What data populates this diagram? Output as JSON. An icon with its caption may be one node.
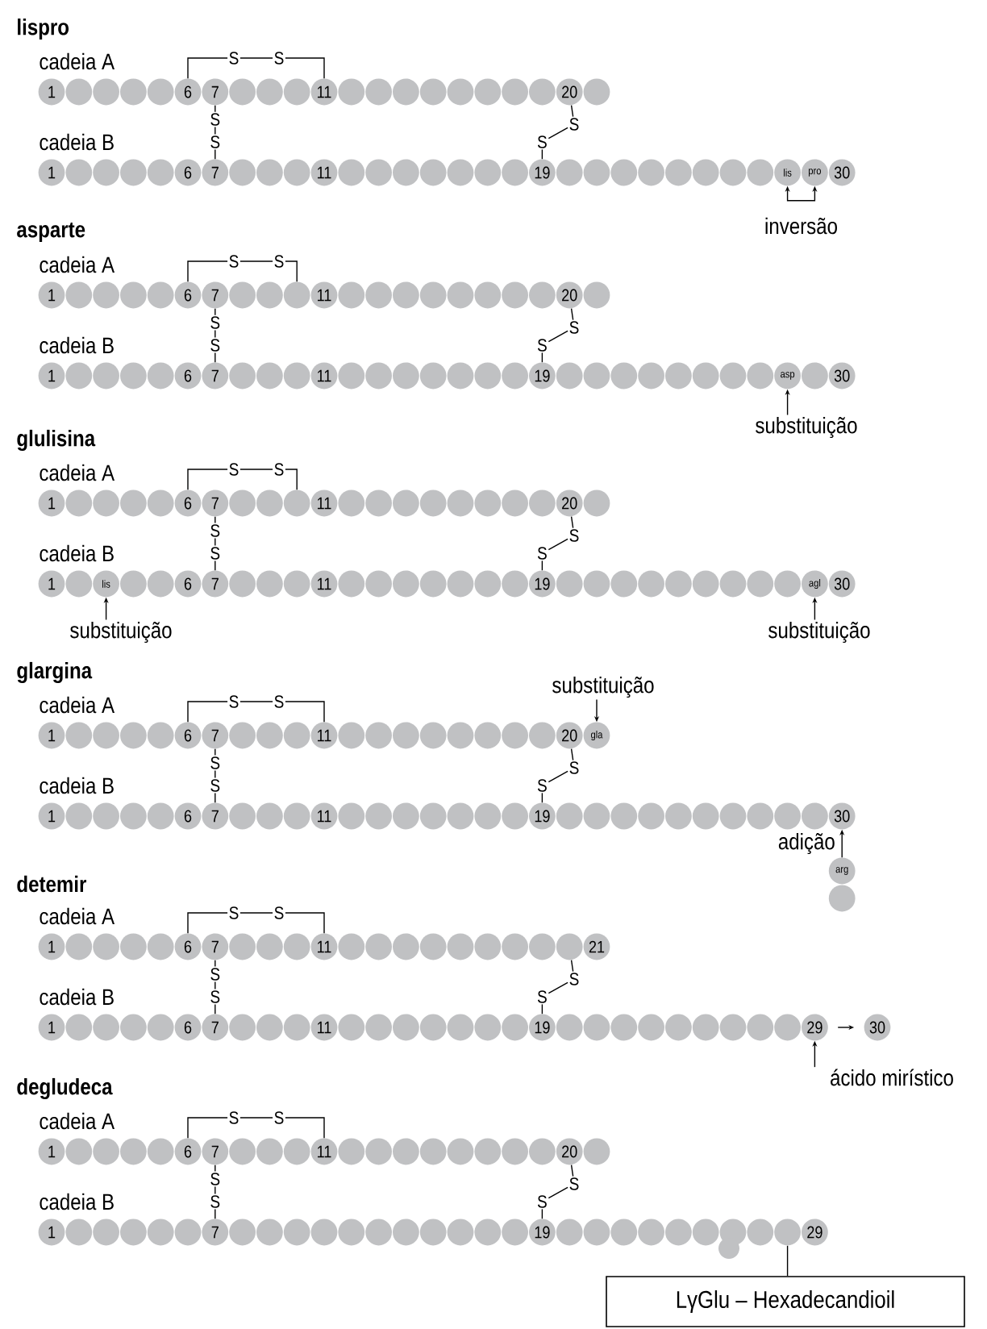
{
  "diagram": {
    "nodes": [
      {
        "text": [
          "1"
        ]
      },
      {
        "text": [],
        "shape": "circle"
      },
      {
        "text": [],
        "shape": "circle"
      },
      {
        "text": [],
        "shape": "circle"
      },
      {
        "text": [],
        "shape": "circle"
      },
      {
        "text": [
          "6"
        ]
      },
      {
        "text": [
          "7"
        ]
      },
      {
        "text": [],
        "shape": "circle"
      },
      {
        "text": [],
        "shape": "circle"
      },
      {
        "text": [],
        "shape": "circle"
      },
      {
        "text": [
          "11"
        ]
      },
      {
        "text": [],
        "shape": "circle"
      },
      {
        "text": [],
        "shape": "circle"
      },
      {
        "text": [],
        "shape": "circle"
      },
      {
        "text": [],
        "shape": "circle"
      },
      {
        "text": [],
        "shape": "circle"
      },
      {
        "text": [],
        "shape": "circle"
      },
      {
        "text": [],
        "shape": "circle"
      },
      {
        "text": [],
        "shape": "circle"
      },
      {
        "text": [
          "20"
        ]
      },
      {
        "text": [],
        "shape": "circle"
      },
      {
        "text": [
          "1"
        ]
      },
      {
        "text": [],
        "shape": "circle"
      },
      {
        "text": [],
        "shape": "circle"
      },
      {
        "text": [],
        "shape": "circle"
      },
      {
        "text": [],
        "shape": "circle"
      },
      {
        "text": [
          "6"
        ]
      },
      {
        "text": [
          "7"
        ]
      },
      {
        "text": [],
        "shape": "circle"
      },
      {
        "text": [],
        "shape": "circle"
      },
      {
        "text": [],
        "shape": "circle"
      },
      {
        "text": [
          "11"
        ]
      },
      {
        "text": [],
        "shape": "circle"
      },
      {
        "text": [],
        "shape": "circle"
      },
      {
        "text": [],
        "shape": "circle"
      },
      {
        "text": [],
        "shape": "circle"
      },
      {
        "text": [],
        "shape": "circle"
      },
      {
        "text": [],
        "shape": "circle"
      },
      {
        "text": [],
        "shape": "circle"
      },
      {
        "text": [
          "19"
        ]
      },
      {
        "text": [],
        "shape": "circle"
      },
      {
        "text": [],
        "shape": "circle"
      },
      {
        "text": [],
        "shape": "circle"
      },
      {
        "text": [],
        "shape": "circle"
      },
      {
        "text": [],
        "shape": "circle"
      },
      {
        "text": [],
        "shape": "circle"
      },
      {
        "text": [],
        "shape": "circle"
      },
      {
        "text": [],
        "shape": "circle"
      },
      {
        "text": [
          "lis"
        ]
      },
      {
        "text": [
          "pro"
        ]
      },
      {
        "text": [
          "30"
        ]
      },
      {
        "text": [
          "S"
        ]
      },
      {
        "text": [
          "S"
        ]
      },
      {
        "text": [
          "S"
        ]
      },
      {
        "text": [
          "S"
        ]
      },
      {
        "text": [
          "S"
        ]
      },
      {
        "text": [
          "S"
        ]
      },
      {
        "text": [
          "1"
        ]
      },
      {
        "text": [],
        "shape": "circle"
      },
      {
        "text": [],
        "shape": "circle"
      },
      {
        "text": [],
        "shape": "circle"
      },
      {
        "text": [],
        "shape": "circle"
      },
      {
        "text": [
          "6"
        ]
      },
      {
        "text": [
          "7"
        ]
      },
      {
        "text": [],
        "shape": "circle"
      },
      {
        "text": [],
        "shape": "circle"
      },
      {
        "text": [],
        "shape": "circle"
      },
      {
        "text": [
          "11"
        ]
      },
      {
        "text": [],
        "shape": "circle"
      },
      {
        "text": [],
        "shape": "circle"
      },
      {
        "text": [],
        "shape": "circle"
      },
      {
        "text": [],
        "shape": "circle"
      },
      {
        "text": [],
        "shape": "circle"
      },
      {
        "text": [],
        "shape": "circle"
      },
      {
        "text": [],
        "shape": "circle"
      },
      {
        "text": [],
        "shape": "circle"
      },
      {
        "text": [
          "20"
        ]
      },
      {
        "text": [],
        "shape": "circle"
      },
      {
        "text": [
          "1"
        ]
      },
      {
        "text": [],
        "shape": "circle"
      },
      {
        "text": [],
        "shape": "circle"
      },
      {
        "text": [],
        "shape": "circle"
      },
      {
        "text": [],
        "shape": "circle"
      },
      {
        "text": [
          "6"
        ]
      },
      {
        "text": [
          "7"
        ]
      },
      {
        "text": [],
        "shape": "circle"
      },
      {
        "text": [],
        "shape": "circle"
      },
      {
        "text": [],
        "shape": "circle"
      },
      {
        "text": [
          "11"
        ]
      },
      {
        "text": [],
        "shape": "circle"
      },
      {
        "text": [],
        "shape": "circle"
      },
      {
        "text": [],
        "shape": "circle"
      },
      {
        "text": [],
        "shape": "circle"
      },
      {
        "text": [],
        "shape": "circle"
      },
      {
        "text": [],
        "shape": "circle"
      },
      {
        "text": [],
        "shape": "circle"
      },
      {
        "text": [
          "19"
        ]
      },
      {
        "text": [],
        "shape": "circle"
      },
      {
        "text": [],
        "shape": "circle"
      },
      {
        "text": [],
        "shape": "circle"
      },
      {
        "text": [],
        "shape": "circle"
      },
      {
        "text": [],
        "shape": "circle"
      },
      {
        "text": [],
        "shape": "circle"
      },
      {
        "text": [],
        "shape": "circle"
      },
      {
        "text": [],
        "shape": "circle"
      },
      {
        "text": [
          "asp"
        ]
      },
      {
        "text": [],
        "shape": "circle"
      },
      {
        "text": [
          "30"
        ]
      },
      {
        "text": [
          "S"
        ]
      },
      {
        "text": [
          "S"
        ]
      },
      {
        "text": [
          "S"
        ]
      },
      {
        "text": [
          "S"
        ]
      },
      {
        "text": [
          "S"
        ]
      },
      {
        "text": [
          "S"
        ]
      },
      {
        "text": [
          "substituição"
        ]
      },
      {
        "text": [
          "1"
        ]
      },
      {
        "text": [],
        "shape": "circle"
      },
      {
        "text": [],
        "shape": "circle"
      },
      {
        "text": [],
        "shape": "circle"
      },
      {
        "text": [],
        "shape": "circle"
      },
      {
        "text": [
          "6"
        ]
      },
      {
        "text": [
          "7"
        ]
      },
      {
        "text": [],
        "shape": "circle"
      },
      {
        "text": [],
        "shape": "circle"
      },
      {
        "text": [],
        "shape": "circle"
      },
      {
        "text": [
          "11"
        ]
      },
      {
        "text": [],
        "shape": "circle"
      },
      {
        "text": [],
        "shape": "circle"
      },
      {
        "text": [],
        "shape": "circle"
      },
      {
        "text": [],
        "shape": "circle"
      },
      {
        "text": [],
        "shape": "circle"
      },
      {
        "text": [],
        "shape": "circle"
      },
      {
        "text": [],
        "shape": "circle"
      },
      {
        "text": [],
        "shape": "circle"
      },
      {
        "text": [
          "20"
        ]
      },
      {
        "text": [],
        "shape": "circle"
      },
      {
        "text": [
          "1"
        ]
      },
      {
        "text": [],
        "shape": "circle"
      },
      {
        "text": [
          "lis"
        ]
      },
      {
        "text": [],
        "shape": "circle"
      },
      {
        "text": [],
        "shape": "circle"
      },
      {
        "text": [
          "6"
        ]
      },
      {
        "text": [
          "7"
        ]
      },
      {
        "text": [],
        "shape": "circle"
      },
      {
        "text": [],
        "shape": "circle"
      },
      {
        "text": [],
        "shape": "circle"
      },
      {
        "text": [
          "11"
        ]
      },
      {
        "text": [],
        "shape": "circle"
      },
      {
        "text": [],
        "shape": "circle"
      },
      {
        "text": [],
        "shape": "circle"
      },
      {
        "text": [],
        "shape": "circle"
      },
      {
        "text": [],
        "shape": "circle"
      },
      {
        "text": [],
        "shape": "circle"
      },
      {
        "text": [],
        "shape": "circle"
      },
      {
        "text": [
          "19"
        ]
      },
      {
        "text": [],
        "shape": "circle"
      },
      {
        "text": [],
        "shape": "circle"
      },
      {
        "text": [],
        "shape": "circle"
      },
      {
        "text": [],
        "shape": "circle"
      },
      {
        "text": [],
        "shape": "circle"
      },
      {
        "text": [],
        "shape": "circle"
      },
      {
        "text": [],
        "shape": "circle"
      },
      {
        "text": [],
        "shape": "circle"
      },
      {
        "text": [],
        "shape": "circle"
      },
      {
        "text": [
          "agl"
        ]
      },
      {
        "text": [
          "30"
        ]
      },
      {
        "text": [
          "S"
        ]
      },
      {
        "text": [
          "S"
        ]
      },
      {
        "text": [
          "S"
        ]
      },
      {
        "text": [
          "S"
        ]
      },
      {
        "text": [
          "S"
        ]
      },
      {
        "text": [
          "S"
        ]
      },
      {
        "text": [
          "substituição"
        ]
      },
      {
        "text": [
          "substituição"
        ]
      },
      {
        "text": [
          "1"
        ]
      },
      {
        "text": [],
        "shape": "circle"
      },
      {
        "text": [],
        "shape": "circle"
      },
      {
        "text": [],
        "shape": "circle"
      },
      {
        "text": [],
        "shape": "circle"
      },
      {
        "text": [
          "6"
        ]
      },
      {
        "text": [
          "7"
        ]
      },
      {
        "text": [],
        "shape": "circle"
      },
      {
        "text": [],
        "shape": "circle"
      },
      {
        "text": [],
        "shape": "circle"
      },
      {
        "text": [
          "11"
        ]
      },
      {
        "text": [],
        "shape": "circle"
      },
      {
        "text": [],
        "shape": "circle"
      },
      {
        "text": [],
        "shape": "circle"
      },
      {
        "text": [],
        "shape": "circle"
      },
      {
        "text": [],
        "shape": "circle"
      },
      {
        "text": [],
        "shape": "circle"
      },
      {
        "text": [],
        "shape": "circle"
      },
      {
        "text": [],
        "shape": "circle"
      },
      {
        "text": [
          "20"
        ]
      },
      {
        "text": [
          "gla"
        ]
      },
      {
        "text": [
          "1"
        ]
      },
      {
        "text": [],
        "shape": "circle"
      },
      {
        "text": [],
        "shape": "circle"
      },
      {
        "text": [],
        "shape": "circle"
      },
      {
        "text": [],
        "shape": "circle"
      },
      {
        "text": [
          "6"
        ]
      },
      {
        "text": [
          "7"
        ]
      },
      {
        "text": [],
        "shape": "circle"
      },
      {
        "text": [],
        "shape": "circle"
      },
      {
        "text": [],
        "shape": "circle"
      },
      {
        "text": [
          "11"
        ]
      },
      {
        "text": [],
        "shape": "circle"
      },
      {
        "text": [],
        "shape": "circle"
      },
      {
        "text": [],
        "shape": "circle"
      },
      {
        "text": [],
        "shape": "circle"
      },
      {
        "text": [],
        "shape": "circle"
      },
      {
        "text": [],
        "shape": "circle"
      },
      {
        "text": [],
        "shape": "circle"
      },
      {
        "text": [
          "19"
        ]
      },
      {
        "text": [],
        "shape": "circle"
      },
      {
        "text": [],
        "shape": "circle"
      },
      {
        "text": [],
        "shape": "circle"
      },
      {
        "text": [],
        "shape": "circle"
      },
      {
        "text": [],
        "shape": "circle"
      },
      {
        "text": [],
        "shape": "circle"
      },
      {
        "text": [],
        "shape": "circle"
      },
      {
        "text": [],
        "shape": "circle"
      },
      {
        "text": [],
        "shape": "circle"
      },
      {
        "text": [],
        "shape": "circle"
      },
      {
        "text": [
          "30"
        ]
      },
      {
        "text": [
          "S"
        ]
      },
      {
        "text": [
          "S"
        ]
      },
      {
        "text": [
          "S"
        ]
      },
      {
        "text": [
          "S"
        ]
      },
      {
        "text": [
          "S"
        ]
      },
      {
        "text": [
          "S"
        ]
      },
      {
        "text": [
          "substituição"
        ]
      },
      {
        "text": [
          "arg"
        ]
      },
      {
        "text": [],
        "shape": "circle"
      },
      {
        "text": [
          "1"
        ]
      },
      {
        "text": [],
        "shape": "circle"
      },
      {
        "text": [],
        "shape": "circle"
      },
      {
        "text": [],
        "shape": "circle"
      },
      {
        "text": [],
        "shape": "circle"
      },
      {
        "text": [
          "6"
        ]
      },
      {
        "text": [
          "7"
        ]
      },
      {
        "text": [],
        "shape": "circle"
      },
      {
        "text": [],
        "shape": "circle"
      },
      {
        "text": [],
        "shape": "circle"
      },
      {
        "text": [
          "11"
        ]
      },
      {
        "text": [],
        "shape": "circle"
      },
      {
        "text": [],
        "shape": "circle"
      },
      {
        "text": [],
        "shape": "circle"
      },
      {
        "text": [],
        "shape": "circle"
      },
      {
        "text": [],
        "shape": "circle"
      },
      {
        "text": [],
        "shape": "circle"
      },
      {
        "text": [],
        "shape": "circle"
      },
      {
        "text": [],
        "shape": "circle"
      },
      {
        "text": [],
        "shape": "circle"
      },
      {
        "text": [
          "21"
        ]
      },
      {
        "text": [
          "1"
        ]
      },
      {
        "text": [],
        "shape": "circle"
      },
      {
        "text": [],
        "shape": "circle"
      },
      {
        "text": [],
        "shape": "circle"
      },
      {
        "text": [],
        "shape": "circle"
      },
      {
        "text": [
          "6"
        ]
      },
      {
        "text": [
          "7"
        ]
      },
      {
        "text": [],
        "shape": "circle"
      },
      {
        "text": [],
        "shape": "circle"
      },
      {
        "text": [],
        "shape": "circle"
      },
      {
        "text": [
          "11"
        ]
      },
      {
        "text": [],
        "shape": "circle"
      },
      {
        "text": [],
        "shape": "circle"
      },
      {
        "text": [],
        "shape": "circle"
      },
      {
        "text": [],
        "shape": "circle"
      },
      {
        "text": [],
        "shape": "circle"
      },
      {
        "text": [],
        "shape": "circle"
      },
      {
        "text": [],
        "shape": "circle"
      },
      {
        "text": [
          "19"
        ]
      },
      {
        "text": [],
        "shape": "circle"
      },
      {
        "text": [],
        "shape": "circle"
      },
      {
        "text": [],
        "shape": "circle"
      },
      {
        "text": [],
        "shape": "circle"
      },
      {
        "text": [],
        "shape": "circle"
      },
      {
        "text": [],
        "shape": "circle"
      },
      {
        "text": [],
        "shape": "circle"
      },
      {
        "text": [],
        "shape": "circle"
      },
      {
        "text": [],
        "shape": "circle"
      },
      {
        "text": [
          "29"
        ]
      },
      {
        "text": [
          "30"
        ]
      },
      {
        "text": [
          "S"
        ]
      },
      {
        "text": [
          "S"
        ]
      },
      {
        "text": [
          "S"
        ]
      },
      {
        "text": [
          "S"
        ]
      },
      {
        "text": [
          "S"
        ]
      },
      {
        "text": [
          "S"
        ]
      },
      {
        "text": [
          "ácido mirístico"
        ]
      },
      {
        "text": [
          "1"
        ]
      },
      {
        "text": [],
        "shape": "circle"
      },
      {
        "text": [],
        "shape": "circle"
      },
      {
        "text": [],
        "shape": "circle"
      },
      {
        "text": [],
        "shape": "circle"
      },
      {
        "text": [
          "6"
        ]
      },
      {
        "text": [
          "7"
        ]
      },
      {
        "text": [],
        "shape": "circle"
      },
      {
        "text": [],
        "shape": "circle"
      },
      {
        "text": [],
        "shape": "circle"
      },
      {
        "text": [
          "11"
        ]
      },
      {
        "text": [],
        "shape": "circle"
      },
      {
        "text": [],
        "shape": "circle"
      },
      {
        "text": [],
        "shape": "circle"
      },
      {
        "text": [],
        "shape": "circle"
      },
      {
        "text": [],
        "shape": "circle"
      },
      {
        "text": [],
        "shape": "circle"
      },
      {
        "text": [],
        "shape": "circle"
      },
      {
        "text": [],
        "shape": "circle"
      },
      {
        "text": [
          "20"
        ]
      },
      {
        "text": [],
        "shape": "circle"
      },
      {
        "text": [
          "1"
        ]
      },
      {
        "text": [],
        "shape": "circle"
      },
      {
        "text": [],
        "shape": "circle"
      },
      {
        "text": [],
        "shape": "circle"
      },
      {
        "text": [],
        "shape": "circle"
      },
      {
        "text": [],
        "shape": "circle"
      },
      {
        "text": [
          "7"
        ]
      },
      {
        "text": [],
        "shape": "circle"
      },
      {
        "text": [],
        "shape": "circle"
      },
      {
        "text": [],
        "shape": "circle"
      },
      {
        "text": [],
        "shape": "circle"
      },
      {
        "text": [],
        "shape": "circle"
      },
      {
        "text": [],
        "shape": "circle"
      },
      {
        "text": [],
        "shape": "circle"
      },
      {
        "text": [],
        "shape": "circle"
      },
      {
        "text": [],
        "shape": "circle"
      },
      {
        "text": [],
        "shape": "circle"
      },
      {
        "text": [],
        "shape": "circle"
      },
      {
        "text": [
          "19"
        ]
      },
      {
        "text": [],
        "shape": "circle"
      },
      {
        "text": [],
        "shape": "circle"
      },
      {
        "text": [],
        "shape": "circle"
      },
      {
        "text": [],
        "shape": "circle"
      },
      {
        "text": [],
        "shape": "circle"
      },
      {
        "text": [],
        "shape": "circle"
      },
      {
        "text": [],
        "shape": "circle"
      },
      {
        "text": [],
        "shape": "circle"
      },
      {
        "text": [],
        "shape": "circle"
      },
      {
        "text": [
          "29"
        ]
      },
      {
        "text": [
          "S"
        ]
      },
      {
        "text": [
          "S"
        ]
      },
      {
        "text": [
          "S"
        ]
      },
      {
        "text": [
          "S"
        ]
      },
      {
        "text": [
          "S"
        ]
      },
      {
        "text": [
          "S"
        ]
      },
      {
        "text": [],
        "shape": "circle"
      },
      {
        "text": [
          "LγGlu – Hexadecandioil"
        ]
      }
    ],
    "edges": [
      {
        "from": 5,
        "to": 51,
        "arrow": "none"
      },
      {
        "from": 51,
        "to": 52,
        "arrow": "none"
      },
      {
        "from": 52,
        "to": 10,
        "arrow": "none"
      },
      {
        "from": 6,
        "to": 53,
        "arrow": "none"
      },
      {
        "from": 53,
        "to": 54,
        "arrow": "none"
      },
      {
        "from": 54,
        "to": 27,
        "arrow": "none"
      },
      {
        "from": 19,
        "to": 55,
        "arrow": "none"
      },
      {
        "from": 55,
        "to": 56,
        "arrow": "none"
      },
      {
        "from": 56,
        "to": 39,
        "arrow": "none"
      },
      {
        "from": 48,
        "to": 49,
        "arrow": "both",
        "label": "inversão"
      },
      {
        "from": 62,
        "to": 108,
        "arrow": "none"
      },
      {
        "from": 108,
        "to": 109,
        "arrow": "none"
      },
      {
        "from": 109,
        "to": 66,
        "arrow": "none"
      },
      {
        "from": 63,
        "to": 110,
        "arrow": "none"
      },
      {
        "from": 110,
        "to": 111,
        "arrow": "none"
      },
      {
        "from": 111,
        "to": 84,
        "arrow": "none"
      },
      {
        "from": 76,
        "to": 112,
        "arrow": "none"
      },
      {
        "from": 112,
        "to": 113,
        "arrow": "none"
      },
      {
        "from": 113,
        "to": 96,
        "arrow": "none"
      },
      {
        "from": 114,
        "to": 105,
        "arrow": "to"
      },
      {
        "from": 120,
        "to": 166,
        "arrow": "none"
      },
      {
        "from": 166,
        "to": 167,
        "arrow": "none"
      },
      {
        "from": 167,
        "to": 124,
        "arrow": "none"
      },
      {
        "from": 121,
        "to": 168,
        "arrow": "none"
      },
      {
        "from": 168,
        "to": 169,
        "arrow": "none"
      },
      {
        "from": 169,
        "to": 142,
        "arrow": "none"
      },
      {
        "from": 134,
        "to": 170,
        "arrow": "none"
      },
      {
        "from": 170,
        "to": 171,
        "arrow": "none"
      },
      {
        "from": 171,
        "to": 154,
        "arrow": "none"
      },
      {
        "from": 172,
        "to": 138,
        "arrow": "to"
      },
      {
        "from": 173,
        "to": 164,
        "arrow": "to"
      },
      {
        "from": 179,
        "to": 225,
        "arrow": "none"
      },
      {
        "from": 225,
        "to": 226,
        "arrow": "none"
      },
      {
        "from": 226,
        "to": 184,
        "arrow": "none"
      },
      {
        "from": 180,
        "to": 227,
        "arrow": "none"
      },
      {
        "from": 227,
        "to": 228,
        "arrow": "none"
      },
      {
        "from": 228,
        "to": 201,
        "arrow": "none"
      },
      {
        "from": 193,
        "to": 229,
        "arrow": "none"
      },
      {
        "from": 229,
        "to": 230,
        "arrow": "none"
      },
      {
        "from": 230,
        "to": 213,
        "arrow": "none"
      },
      {
        "from": 231,
        "to": 194,
        "arrow": "to"
      },
      {
        "from": 232,
        "to": 224,
        "arrow": "to",
        "label": "adição"
      },
      {
        "from": 239,
        "to": 285,
        "arrow": "none"
      },
      {
        "from": 285,
        "to": 286,
        "arrow": "none"
      },
      {
        "from": 286,
        "to": 244,
        "arrow": "none"
      },
      {
        "from": 240,
        "to": 287,
        "arrow": "none"
      },
      {
        "from": 287,
        "to": 288,
        "arrow": "none"
      },
      {
        "from": 288,
        "to": 261,
        "arrow": "none"
      },
      {
        "from": 253,
        "to": 289,
        "arrow": "none"
      },
      {
        "from": 289,
        "to": 290,
        "arrow": "none"
      },
      {
        "from": 290,
        "to": 273,
        "arrow": "none"
      },
      {
        "from": 283,
        "to": 284,
        "arrow": "to"
      },
      {
        "from": 291,
        "to": 283,
        "arrow": "to"
      },
      {
        "from": 297,
        "to": 342,
        "arrow": "none"
      },
      {
        "from": 342,
        "to": 343,
        "arrow": "none"
      },
      {
        "from": 343,
        "to": 302,
        "arrow": "none"
      },
      {
        "from": 298,
        "to": 344,
        "arrow": "none"
      },
      {
        "from": 344,
        "to": 345,
        "arrow": "none"
      },
      {
        "from": 345,
        "to": 319,
        "arrow": "none"
      },
      {
        "from": 311,
        "to": 346,
        "arrow": "none"
      },
      {
        "from": 346,
        "to": 347,
        "arrow": "none"
      },
      {
        "from": 347,
        "to": 331,
        "arrow": "none"
      },
      {
        "from": 340,
        "to": 349,
        "arrow": "none"
      }
    ],
    "labels": [
      "lispro",
      "cadeia A",
      "cadeia B",
      "asparte",
      "cadeia A",
      "cadeia B",
      "glulisina",
      "cadeia A",
      "cadeia B",
      "glargina",
      "cadeia A",
      "cadeia B",
      "detemir",
      "cadeia A",
      "cadeia B",
      "degludeca",
      "cadeia A",
      "cadeia B"
    ]
  }
}
